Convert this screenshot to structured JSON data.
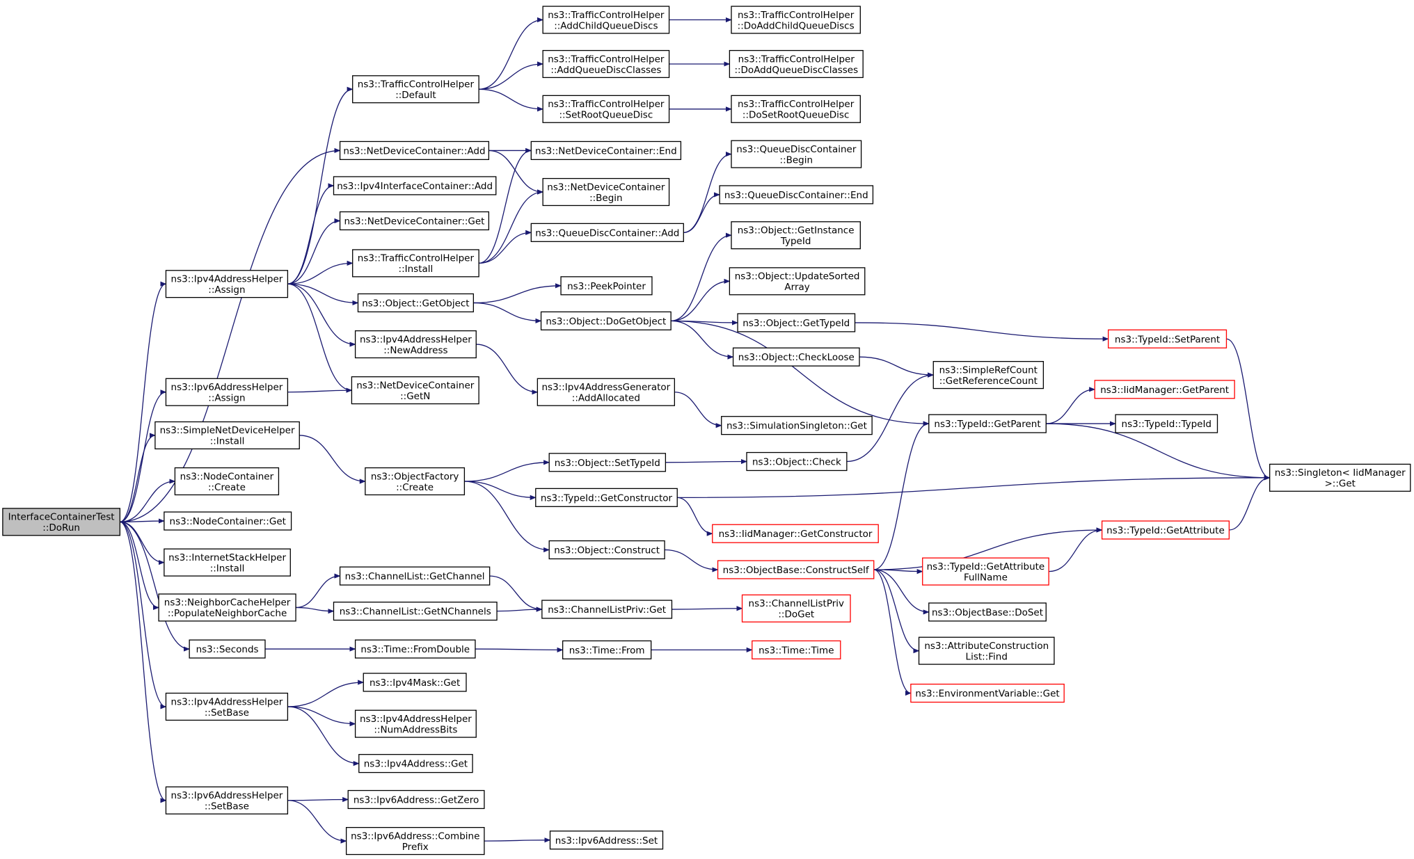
{
  "graph": {
    "root": "n0",
    "colors": {
      "edge": "#191970",
      "root_fill": "#bfbfbf",
      "node_border": "#000000",
      "truncated_border": "#ff0000"
    },
    "nodes": [
      {
        "id": "n0",
        "lines": [
          "InterfaceContainerTest",
          "::DoRun"
        ],
        "root": true
      },
      {
        "id": "n1",
        "lines": [
          "ns3::Ipv4AddressHelper",
          "::Assign"
        ]
      },
      {
        "id": "n2",
        "lines": [
          "ns3::Ipv6AddressHelper",
          "::Assign"
        ]
      },
      {
        "id": "n3",
        "lines": [
          "ns3::SimpleNetDeviceHelper",
          "::Install"
        ]
      },
      {
        "id": "n4",
        "lines": [
          "ns3::NodeContainer",
          "::Create"
        ]
      },
      {
        "id": "n5",
        "lines": [
          "ns3::NodeContainer::Get"
        ]
      },
      {
        "id": "n6",
        "lines": [
          "ns3::InternetStackHelper",
          "::Install"
        ]
      },
      {
        "id": "n7",
        "lines": [
          "ns3::NeighborCacheHelper",
          "::PopulateNeighborCache"
        ]
      },
      {
        "id": "n8",
        "lines": [
          "ns3::Seconds"
        ]
      },
      {
        "id": "n9",
        "lines": [
          "ns3::Ipv4AddressHelper",
          "::SetBase"
        ]
      },
      {
        "id": "n10",
        "lines": [
          "ns3::Ipv6AddressHelper",
          "::SetBase"
        ]
      },
      {
        "id": "n11",
        "lines": [
          "ns3::NetDeviceContainer::Add"
        ]
      },
      {
        "id": "n12",
        "lines": [
          "ns3::TrafficControlHelper",
          "::Default"
        ]
      },
      {
        "id": "n13",
        "lines": [
          "ns3::Ipv4InterfaceContainer::Add"
        ]
      },
      {
        "id": "n14",
        "lines": [
          "ns3::NetDeviceContainer::Get"
        ]
      },
      {
        "id": "n15",
        "lines": [
          "ns3::TrafficControlHelper",
          "::Install"
        ]
      },
      {
        "id": "n16",
        "lines": [
          "ns3::Object::GetObject"
        ]
      },
      {
        "id": "n17",
        "lines": [
          "ns3::Ipv4AddressHelper",
          "::NewAddress"
        ]
      },
      {
        "id": "n18",
        "lines": [
          "ns3::NetDeviceContainer",
          "::GetN"
        ]
      },
      {
        "id": "n19",
        "lines": [
          "ns3::ObjectFactory",
          "::Create"
        ]
      },
      {
        "id": "n20",
        "lines": [
          "ns3::ChannelList::GetChannel"
        ]
      },
      {
        "id": "n21",
        "lines": [
          "ns3::ChannelList::GetNChannels"
        ]
      },
      {
        "id": "n22",
        "lines": [
          "ns3::Time::FromDouble"
        ]
      },
      {
        "id": "n23",
        "lines": [
          "ns3::Ipv4Mask::Get"
        ]
      },
      {
        "id": "n24",
        "lines": [
          "ns3::Ipv4AddressHelper",
          "::NumAddressBits"
        ]
      },
      {
        "id": "n25",
        "lines": [
          "ns3::Ipv4Address::Get"
        ]
      },
      {
        "id": "n26",
        "lines": [
          "ns3::Ipv6Address::GetZero"
        ]
      },
      {
        "id": "n27",
        "lines": [
          "ns3::Ipv6Address::Combine",
          "Prefix"
        ]
      },
      {
        "id": "n28",
        "lines": [
          "ns3::TrafficControlHelper",
          "::AddChildQueueDiscs"
        ]
      },
      {
        "id": "n29",
        "lines": [
          "ns3::TrafficControlHelper",
          "::AddQueueDiscClasses"
        ]
      },
      {
        "id": "n30",
        "lines": [
          "ns3::TrafficControlHelper",
          "::SetRootQueueDisc"
        ]
      },
      {
        "id": "n31",
        "lines": [
          "ns3::NetDeviceContainer::End"
        ]
      },
      {
        "id": "n32",
        "lines": [
          "ns3::NetDeviceContainer",
          "::Begin"
        ]
      },
      {
        "id": "n33",
        "lines": [
          "ns3::QueueDiscContainer::Add"
        ]
      },
      {
        "id": "n34",
        "lines": [
          "ns3::PeekPointer"
        ]
      },
      {
        "id": "n35",
        "lines": [
          "ns3::Object::DoGetObject"
        ]
      },
      {
        "id": "n36",
        "lines": [
          "ns3::Ipv4AddressGenerator",
          "::AddAllocated"
        ]
      },
      {
        "id": "n37",
        "lines": [
          "ns3::Object::SetTypeId"
        ]
      },
      {
        "id": "n38",
        "lines": [
          "ns3::TypeId::GetConstructor"
        ]
      },
      {
        "id": "n39",
        "lines": [
          "ns3::Object::Construct"
        ]
      },
      {
        "id": "n40",
        "lines": [
          "ns3::ChannelListPriv::Get"
        ]
      },
      {
        "id": "n41",
        "lines": [
          "ns3::Time::From"
        ]
      },
      {
        "id": "n42",
        "lines": [
          "ns3::Ipv6Address::Set"
        ]
      },
      {
        "id": "n43",
        "lines": [
          "ns3::TrafficControlHelper",
          "::DoAddChildQueueDiscs"
        ]
      },
      {
        "id": "n44",
        "lines": [
          "ns3::TrafficControlHelper",
          "::DoAddQueueDiscClasses"
        ]
      },
      {
        "id": "n45",
        "lines": [
          "ns3::TrafficControlHelper",
          "::DoSetRootQueueDisc"
        ]
      },
      {
        "id": "n46",
        "lines": [
          "ns3::QueueDiscContainer",
          "::Begin"
        ]
      },
      {
        "id": "n47",
        "lines": [
          "ns3::QueueDiscContainer::End"
        ]
      },
      {
        "id": "n48",
        "lines": [
          "ns3::Object::GetInstance",
          "TypeId"
        ]
      },
      {
        "id": "n49",
        "lines": [
          "ns3::Object::UpdateSorted",
          "Array"
        ]
      },
      {
        "id": "n50",
        "lines": [
          "ns3::Object::GetTypeId"
        ]
      },
      {
        "id": "n51",
        "lines": [
          "ns3::Object::CheckLoose"
        ]
      },
      {
        "id": "n52",
        "lines": [
          "ns3::SimulationSingleton::Get"
        ]
      },
      {
        "id": "n53",
        "lines": [
          "ns3::Object::Check"
        ]
      },
      {
        "id": "n54",
        "lines": [
          "ns3::IidManager::GetConstructor"
        ],
        "truncated": true
      },
      {
        "id": "n55",
        "lines": [
          "ns3::ObjectBase::ConstructSelf"
        ],
        "truncated": true
      },
      {
        "id": "n56",
        "lines": [
          "ns3::ChannelListPriv",
          "::DoGet"
        ],
        "truncated": true
      },
      {
        "id": "n57",
        "lines": [
          "ns3::Time::Time"
        ],
        "truncated": true
      },
      {
        "id": "n58",
        "lines": [
          "ns3::TypeId::SetParent"
        ],
        "truncated": true
      },
      {
        "id": "n59",
        "lines": [
          "ns3::SimpleRefCount",
          "::GetReferenceCount"
        ]
      },
      {
        "id": "n60",
        "lines": [
          "ns3::TypeId::GetParent"
        ]
      },
      {
        "id": "n61",
        "lines": [
          "ns3::TypeId::GetAttribute",
          "FullName"
        ],
        "truncated": true
      },
      {
        "id": "n62",
        "lines": [
          "ns3::ObjectBase::DoSet"
        ]
      },
      {
        "id": "n63",
        "lines": [
          "ns3::AttributeConstruction",
          "List::Find"
        ]
      },
      {
        "id": "n64",
        "lines": [
          "ns3::EnvironmentVariable::Get"
        ],
        "truncated": true
      },
      {
        "id": "n65",
        "lines": [
          "ns3::IidManager::GetParent"
        ],
        "truncated": true
      },
      {
        "id": "n66",
        "lines": [
          "ns3::TypeId::TypeId"
        ]
      },
      {
        "id": "n67",
        "lines": [
          "ns3::TypeId::GetAttribute"
        ],
        "truncated": true
      },
      {
        "id": "n68",
        "lines": [
          "ns3::Singleton< IidManager",
          ">::Get"
        ]
      }
    ],
    "edges": [
      [
        "n0",
        "n1"
      ],
      [
        "n0",
        "n2"
      ],
      [
        "n0",
        "n3"
      ],
      [
        "n0",
        "n4"
      ],
      [
        "n0",
        "n5"
      ],
      [
        "n0",
        "n6"
      ],
      [
        "n0",
        "n7"
      ],
      [
        "n0",
        "n8"
      ],
      [
        "n0",
        "n9"
      ],
      [
        "n0",
        "n10"
      ],
      [
        "n0",
        "n11"
      ],
      [
        "n1",
        "n12"
      ],
      [
        "n1",
        "n13"
      ],
      [
        "n1",
        "n14"
      ],
      [
        "n1",
        "n15"
      ],
      [
        "n1",
        "n16"
      ],
      [
        "n1",
        "n17"
      ],
      [
        "n1",
        "n18"
      ],
      [
        "n2",
        "n18"
      ],
      [
        "n3",
        "n19"
      ],
      [
        "n7",
        "n20"
      ],
      [
        "n7",
        "n21"
      ],
      [
        "n8",
        "n22"
      ],
      [
        "n9",
        "n23"
      ],
      [
        "n9",
        "n24"
      ],
      [
        "n9",
        "n25"
      ],
      [
        "n10",
        "n26"
      ],
      [
        "n10",
        "n27"
      ],
      [
        "n11",
        "n31"
      ],
      [
        "n11",
        "n32"
      ],
      [
        "n12",
        "n28"
      ],
      [
        "n12",
        "n29"
      ],
      [
        "n12",
        "n30"
      ],
      [
        "n15",
        "n31"
      ],
      [
        "n15",
        "n32"
      ],
      [
        "n15",
        "n33"
      ],
      [
        "n16",
        "n34"
      ],
      [
        "n16",
        "n35"
      ],
      [
        "n17",
        "n36"
      ],
      [
        "n19",
        "n37"
      ],
      [
        "n19",
        "n38"
      ],
      [
        "n19",
        "n39"
      ],
      [
        "n20",
        "n40"
      ],
      [
        "n21",
        "n40"
      ],
      [
        "n22",
        "n41"
      ],
      [
        "n27",
        "n42"
      ],
      [
        "n28",
        "n43"
      ],
      [
        "n29",
        "n44"
      ],
      [
        "n30",
        "n45"
      ],
      [
        "n33",
        "n46"
      ],
      [
        "n33",
        "n47"
      ],
      [
        "n35",
        "n48"
      ],
      [
        "n35",
        "n49"
      ],
      [
        "n35",
        "n50"
      ],
      [
        "n35",
        "n51"
      ],
      [
        "n35",
        "n60"
      ],
      [
        "n36",
        "n52"
      ],
      [
        "n37",
        "n53"
      ],
      [
        "n38",
        "n54"
      ],
      [
        "n38",
        "n68"
      ],
      [
        "n39",
        "n55"
      ],
      [
        "n40",
        "n56"
      ],
      [
        "n41",
        "n57"
      ],
      [
        "n50",
        "n58"
      ],
      [
        "n51",
        "n59"
      ],
      [
        "n53",
        "n59"
      ],
      [
        "n55",
        "n60"
      ],
      [
        "n55",
        "n67"
      ],
      [
        "n55",
        "n61"
      ],
      [
        "n55",
        "n62"
      ],
      [
        "n55",
        "n63"
      ],
      [
        "n55",
        "n64"
      ],
      [
        "n58",
        "n68"
      ],
      [
        "n60",
        "n65"
      ],
      [
        "n60",
        "n66"
      ],
      [
        "n60",
        "n68"
      ],
      [
        "n61",
        "n67"
      ],
      [
        "n67",
        "n68"
      ]
    ]
  }
}
